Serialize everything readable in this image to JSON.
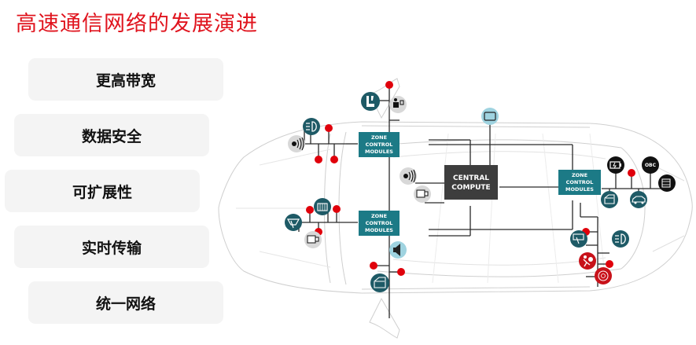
{
  "title": "高速通信网络的发展演进",
  "features": [
    {
      "label": "更高带宽"
    },
    {
      "label": "数据安全"
    },
    {
      "label": "可扩展性"
    },
    {
      "label": "实时传输"
    },
    {
      "label": "统一网络"
    }
  ],
  "diagram": {
    "zone_label": [
      "ZONE",
      "CONTROL",
      "MODULES"
    ],
    "central_label": [
      "CENTRAL",
      "COMPUTE"
    ],
    "obc_label": "OBC",
    "colors": {
      "title": "#e0141e",
      "teal": "#1c7a86",
      "dark_teal": "#1e5a66",
      "central": "#3d3d3d",
      "red_node": "#e0000b",
      "light_blue": "#9fd3e0",
      "grey_icon": "#d8d8d8",
      "black_icon": "#111111"
    },
    "icons": [
      "seat-icon",
      "driver-monitor-icon",
      "headlight-icon",
      "radar-icon",
      "display-icon",
      "radar-icon",
      "camera-icon",
      "wiper-icon",
      "motor-icon",
      "camera-icon",
      "speaker-icon",
      "door-icon",
      "battery-icon",
      "obc-icon",
      "engine-icon",
      "door-icon",
      "car-trunk-icon",
      "wiper-icon",
      "headlight-icon",
      "airbag-icon",
      "brake-icon"
    ]
  }
}
